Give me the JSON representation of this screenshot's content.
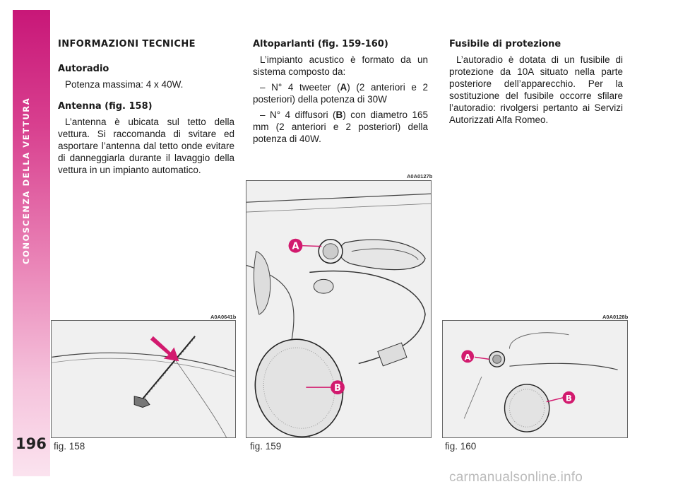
{
  "sidebar": {
    "title": "CONOSCENZA DELLA VETTURA",
    "page_number": "196"
  },
  "col1": {
    "heading": "INFORMAZIONI TECNICHE",
    "autoradio_title": "Autoradio",
    "autoradio_text": "Potenza massima: 4 x 40W.",
    "antenna_title": "Antenna",
    "antenna_fig_ref": "fig. 158",
    "antenna_text": "L’antenna è ubicata sul tetto della vettura. Si raccomanda di svitare ed asportare l’antenna dal tetto onde evitare di danneggiarla durante il lavaggio della vettura in un impianto automatico."
  },
  "col2": {
    "title": "Altoparlanti",
    "fig_ref": "fig. 159-160",
    "intro": "L’impianto acustico è formato da un sistema composto da:",
    "item1_pre": "– N° 4 tweeter (",
    "item1_letter": "A",
    "item1_post": ") (2 anteriori e 2 posteriori) della potenza di 30W",
    "item2_pre": "– N° 4 diffusori (",
    "item2_letter": "B",
    "item2_post": ") con diametro 165 mm (2 anteriori e 2 posteriori) della potenza di 40W."
  },
  "col3": {
    "title": "Fusibile di protezione",
    "text": "L’autoradio è dotata di un fusibile di protezione da 10A situato nella parte posteriore dell’apparecchio. Per la sostituzione del fusibile occorre sfilare l’autoradio: rivolgersi pertanto ai Servizi Autorizzati Alfa Romeo."
  },
  "figures": {
    "fig158": {
      "code": "A0A0641b",
      "caption": "fig. 158"
    },
    "fig159": {
      "code": "A0A0127b",
      "caption": "fig. 159",
      "label_a": "A",
      "label_b": "B"
    },
    "fig160": {
      "code": "A0A0128b",
      "caption": "fig. 160",
      "label_a": "A",
      "label_b": "B"
    }
  },
  "watermark": "carmanualsonline.info",
  "colors": {
    "brand_magenta": "#c81778",
    "callout": "#d21a6e"
  }
}
